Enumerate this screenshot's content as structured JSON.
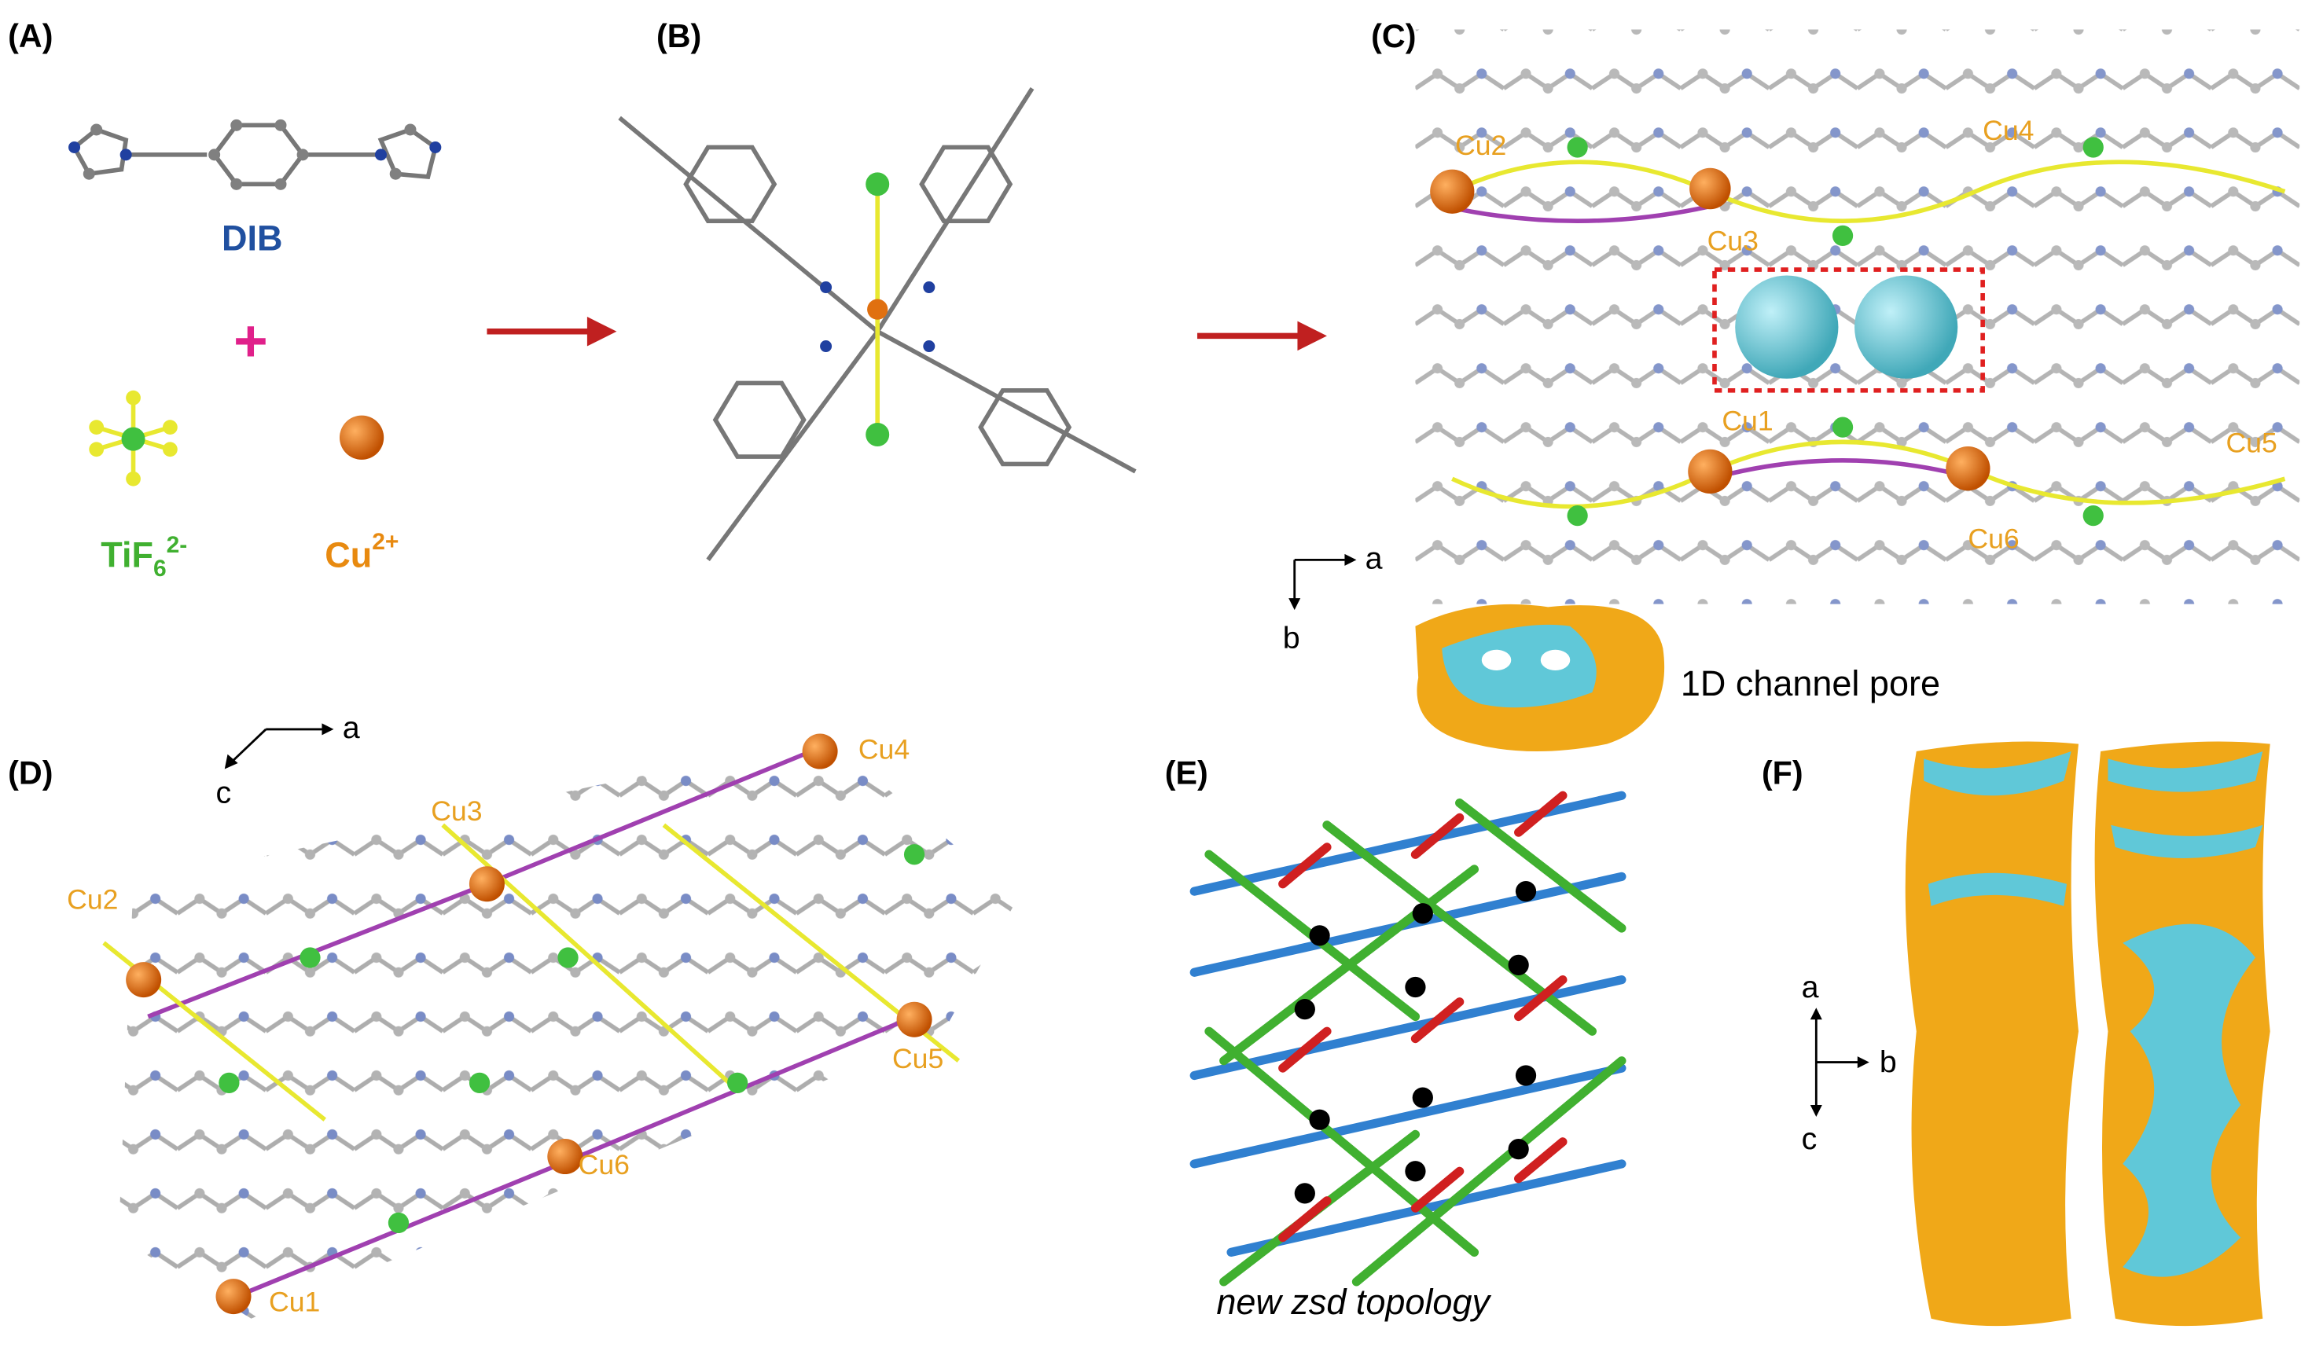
{
  "panels": {
    "a": {
      "label": "(A)",
      "dib": "DIB",
      "plus": "+",
      "tif": "TiF",
      "tif_sub": "6",
      "tif_sup": "2-",
      "cu": "Cu",
      "cu_sup": "2+"
    },
    "b": {
      "label": "(B)"
    },
    "c": {
      "label": "(C)",
      "cu_labels": [
        "Cu1",
        "Cu2",
        "Cu3",
        "Cu4",
        "Cu5",
        "Cu6"
      ],
      "axis_x": "a",
      "axis_y": "b",
      "pore_caption": "1D channel pore"
    },
    "d": {
      "label": "(D)",
      "cu_labels": [
        "Cu1",
        "Cu2",
        "Cu3",
        "Cu4",
        "Cu5",
        "Cu6"
      ],
      "axis_x": "a",
      "axis_y": "c"
    },
    "e": {
      "label": "(E)",
      "caption": "new zsd topology"
    },
    "f": {
      "label": "(F)",
      "axis_up": "a",
      "axis_right": "b",
      "axis_down": "c"
    }
  },
  "colors": {
    "cu": "#e07010",
    "ti": "#40c040",
    "f": "#e8e830",
    "n": "#2040a0",
    "c": "#808080",
    "ligand2": "#a040b0",
    "pore_outer": "#f0a818",
    "pore_inner": "#60c8d8",
    "arrow": "#c02020",
    "highlight": "#e02020",
    "dib_label": "#2050a0",
    "tif_label": "#40b030",
    "plus": "#e0208a"
  }
}
